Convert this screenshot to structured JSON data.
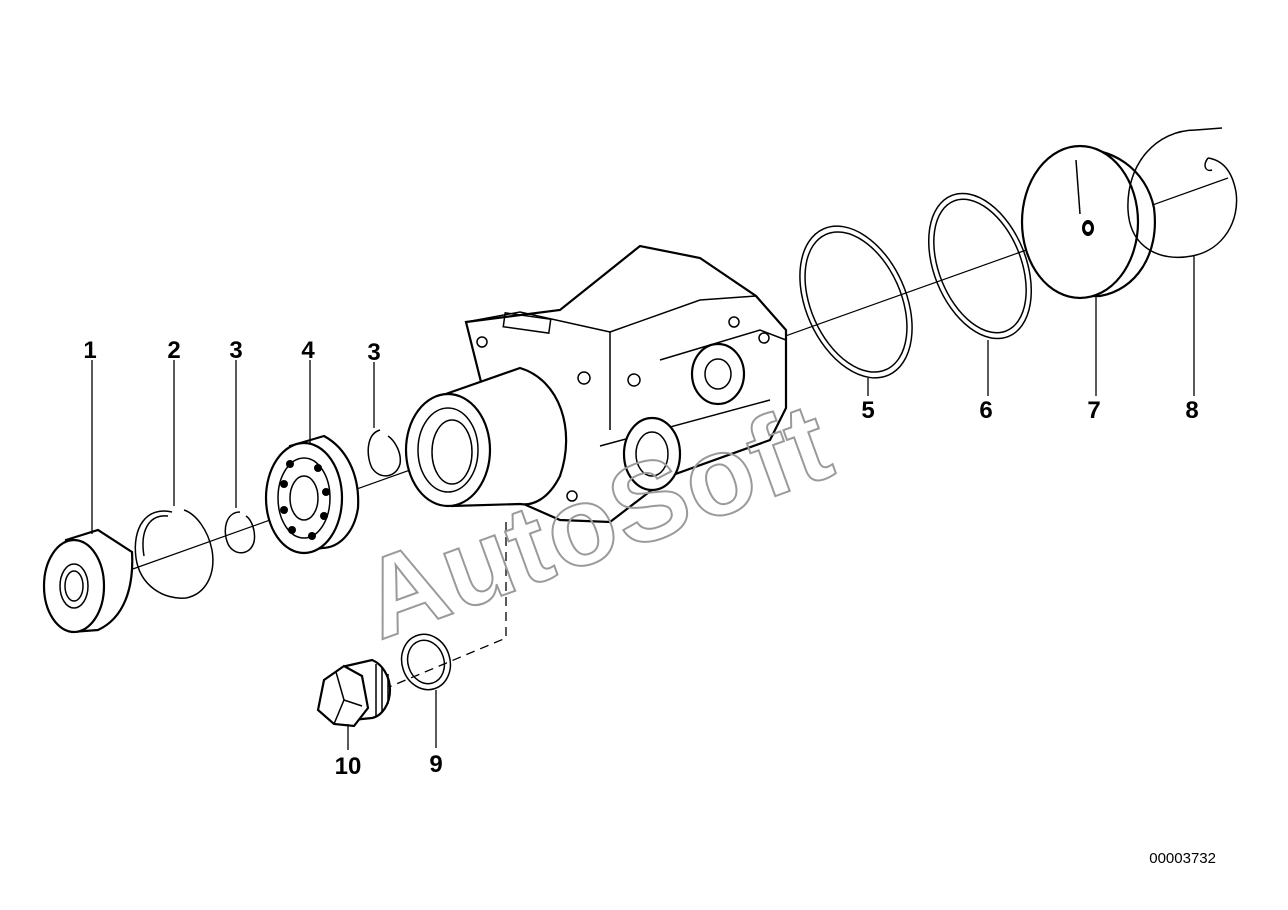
{
  "callouts": [
    {
      "id": "1",
      "text": "1"
    },
    {
      "id": "2",
      "text": "2"
    },
    {
      "id": "3a",
      "text": "3"
    },
    {
      "id": "4",
      "text": "4"
    },
    {
      "id": "3b",
      "text": "3"
    },
    {
      "id": "5",
      "text": "5"
    },
    {
      "id": "6",
      "text": "6"
    },
    {
      "id": "7",
      "text": "7"
    },
    {
      "id": "8",
      "text": "8"
    },
    {
      "id": "9",
      "text": "9"
    },
    {
      "id": "10",
      "text": "10"
    }
  ],
  "document_number": "00003732",
  "watermark": "AutoSoft"
}
